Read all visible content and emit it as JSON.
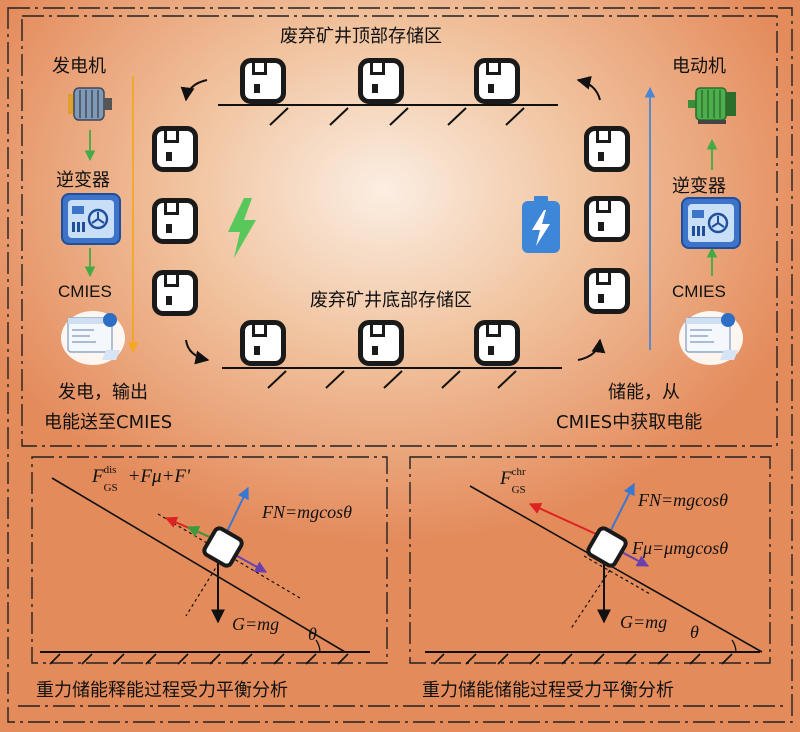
{
  "top_title": "废弃矿井顶部存储区",
  "bottom_title": "废弃矿井底部存储区",
  "left_chain": {
    "generator": "发电机",
    "inverter": "逆变器",
    "cmies": "CMIES",
    "caption_line1": "发电，输出",
    "caption_line2": "电能送至CMIES"
  },
  "right_chain": {
    "motor": "电动机",
    "inverter": "逆变器",
    "cmies": "CMIES",
    "caption_line1": "储能，从",
    "caption_line2": "CMIES中获取电能"
  },
  "left_panel": {
    "force_main": "F",
    "force_main_sub": "GS",
    "force_main_sup": "dis",
    "force_main_rest": "+Fμ+F'",
    "normal_force": "FN=mgcosθ",
    "gravity": "G=mg",
    "angle": "θ",
    "title": "重力储能释能过程受力平衡分析"
  },
  "right_panel": {
    "force_main": "F",
    "force_main_sub": "GS",
    "force_main_sup": "chr",
    "normal_force": "FN=mgcosθ",
    "friction": "Fμ=μmgcosθ",
    "gravity": "G=mg",
    "angle": "θ",
    "title": "重力储能储能过程受力平衡分析"
  },
  "icons": [
    "generator-icon",
    "inverter-icon",
    "cmies-icon",
    "motor-icon",
    "lightning-icon",
    "battery-icon",
    "storage-box-icon"
  ],
  "colors": {
    "orange_arrow": "#f5a623",
    "green_arrow": "#44aa44",
    "blue_arrow": "#4a86d6",
    "red_force": "#dd2222",
    "purple_force": "#6a3fb0",
    "green_force": "#3c9a3c"
  }
}
